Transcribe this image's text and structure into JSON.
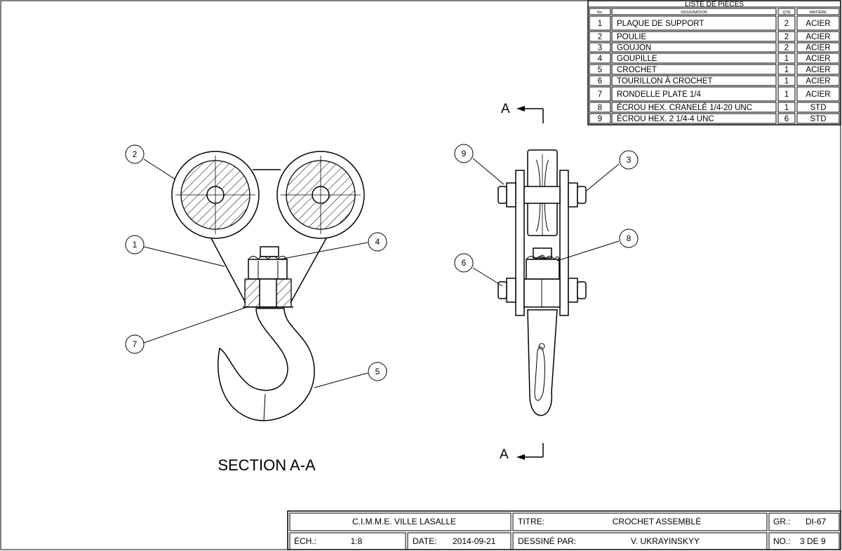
{
  "parts_list": {
    "title": "LISTE DE PIÈCES",
    "headers": {
      "no": "No.",
      "designation": "DESIGNATION",
      "qty": "QTÉ",
      "material": "MATIÈRE"
    },
    "rows": [
      {
        "no": "1",
        "designation": "PLAQUE DE SUPPORT",
        "qty": "2",
        "material": "ACIER"
      },
      {
        "no": "2",
        "designation": "POULIE",
        "qty": "2",
        "material": "ACIER"
      },
      {
        "no": "3",
        "designation": "GOUJON",
        "qty": "2",
        "material": "ACIER"
      },
      {
        "no": "4",
        "designation": "GOUPILLE",
        "qty": "1",
        "material": "ACIER"
      },
      {
        "no": "5",
        "designation": "CROCHET",
        "qty": "1",
        "material": "ACIER"
      },
      {
        "no": "6",
        "designation": "TOURILLON À CROCHET",
        "qty": "1",
        "material": "ACIER"
      },
      {
        "no": "7",
        "designation": "RONDELLE PLATE 1/4",
        "qty": "1",
        "material": "ACIER"
      },
      {
        "no": "8",
        "designation": "ÉCROU HEX. CRANELÉ 1/4-20 UNC",
        "qty": "1",
        "material": "STD"
      },
      {
        "no": "9",
        "designation": "ÉCROU HEX.  2 1/4-4 UNC",
        "qty": "6",
        "material": "STD"
      }
    ]
  },
  "section_label": "SECTION A-A",
  "cut_markers": {
    "top": "A",
    "bottom": "A"
  },
  "balloons_left": [
    "2",
    "1",
    "4",
    "7",
    "5"
  ],
  "balloons_right": [
    "9",
    "3",
    "6",
    "8"
  ],
  "title_block": {
    "school": "C.I.M.M.E. VILLE  LASALLE",
    "titre_label": "TITRE:",
    "titre_value": "CROCHET ASSEMBLÉ",
    "gr_label": "GR.:",
    "gr_value": "DI-67",
    "ech_label": "ÉCH.:",
    "ech_value": "1:8",
    "date_label": "DATE:",
    "date_value": "2014-09-21",
    "dessine_label": "DESSINÉ PAR:",
    "dessine_value": "V. UKRAYINSKYY",
    "no_label": "NO.:",
    "no_value": "3 DE 9"
  },
  "icons": {
    "cut_arrow": "arrow-left-icon"
  }
}
